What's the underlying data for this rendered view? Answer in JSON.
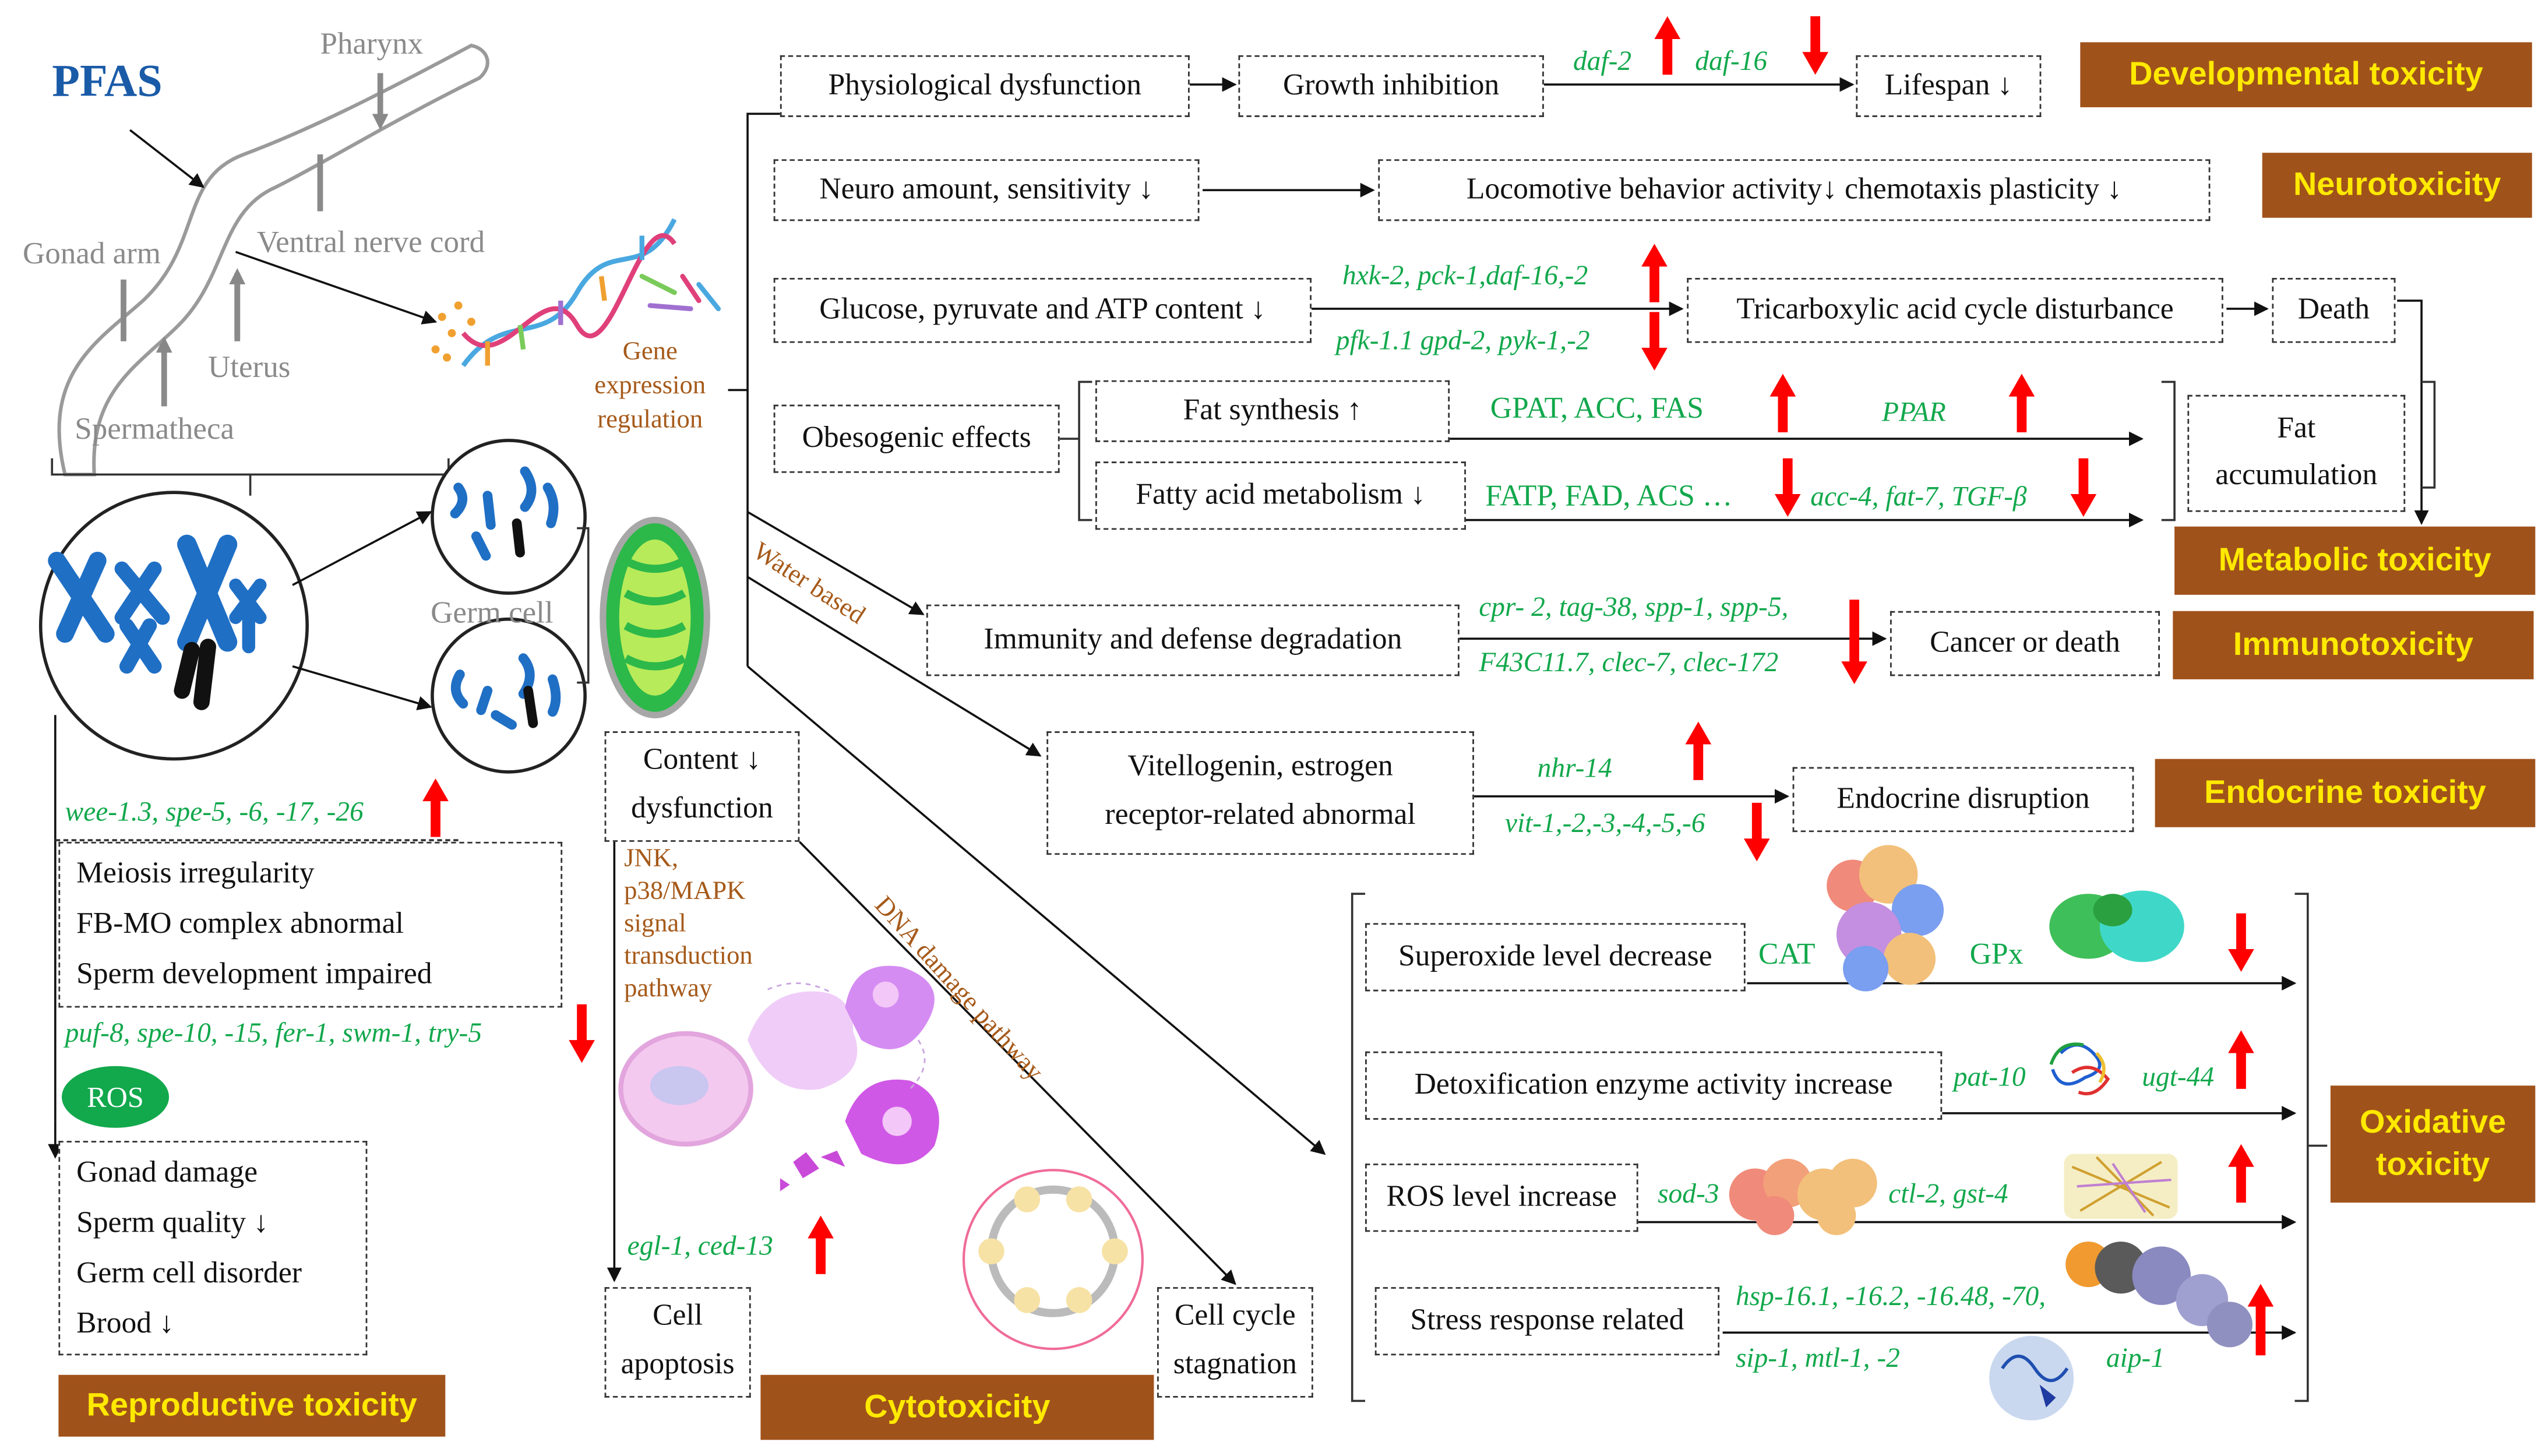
{
  "title": "PFAS",
  "worm": {
    "pharynx": "Pharynx",
    "gonad_arm": "Gonad arm",
    "ventral_nerve_cord": "Ventral nerve cord",
    "uterus": "Uterus",
    "spermatheca": "Spermatheca",
    "germ_cell": "Germ cell"
  },
  "branches": {
    "gene_expression": [
      "Gene",
      "expression",
      "regulation"
    ],
    "water_based": "Water based",
    "dna_damage": "DNA damage pathway",
    "jnk": [
      "JNK,",
      "p38/MAPK",
      "signal",
      "transduction",
      "pathway"
    ]
  },
  "developmental": {
    "box1": "Physiological dysfunction",
    "box2": "Growth inhibition",
    "gene_up": "daf-2",
    "gene_down": "daf-16",
    "box3": "Lifespan ↓",
    "label": "Developmental toxicity"
  },
  "neuro": {
    "box1": "Neuro amount, sensitivity ↓",
    "box2": "Locomotive behavior activity↓ chemotaxis plasticity ↓",
    "label": "Neurotoxicity"
  },
  "metabolic": {
    "glucose": "Glucose, pyruvate and ATP content ↓",
    "genes_up": "hxk-2, pck-1,daf-16,-2",
    "genes_down": "pfk-1.1 gpd-2, pyk-1,-2",
    "tca": "Tricarboxylic acid cycle disturbance",
    "death": "Death",
    "obesogenic": "Obesogenic effects",
    "fat_synthesis": "Fat synthesis ↑",
    "fat_synthesis_genes": "GPAT, ACC, FAS",
    "ppar": "PPAR",
    "fatty_acid": "Fatty acid metabolism  ↓",
    "fatty_acid_genes": "FATP, FAD, ACS …",
    "fatty_acid_genes2": "acc-4, fat-7, TGF-β",
    "fat_accumulation": [
      "Fat",
      "accumulation"
    ],
    "label": "Metabolic toxicity"
  },
  "immuno": {
    "box": "Immunity and defense degradation",
    "genes1": "cpr- 2, tag-38, spp-1, spp-5,",
    "genes2": "F43C11.7, clec-7, clec-172",
    "result": "Cancer or death",
    "label": "Immunotoxicity"
  },
  "endocrine": {
    "box": [
      "Vitellogenin, estrogen",
      "receptor-related abnormal"
    ],
    "gene_up": "nhr-14",
    "gene_down": "vit-1,-2,-3,-4,-5,-6",
    "result": "Endocrine disruption",
    "label": "Endocrine toxicity"
  },
  "oxidative": {
    "superoxide": "Superoxide level decrease",
    "cat": "CAT",
    "gpx": "GPx",
    "detox": "Detoxification enzyme activity increase",
    "pat10": "pat-10",
    "ugt44": "ugt-44",
    "ros_level": "ROS level increase",
    "sod3": "sod-3",
    "ctl2": "ctl-2, gst-4",
    "stress": "Stress response related",
    "hsp": "hsp-16.1, -16.2, -16.48, -70,",
    "sip": "sip-1, mtl-1, -2",
    "aip": "aip-1",
    "label": [
      "Oxidative",
      "toxicity"
    ]
  },
  "reproductive": {
    "genes_up": "wee-1.3, spe-5, -6, -17, -26",
    "effects": [
      "Meiosis irregularity",
      "FB-MO complex abnormal",
      "Sperm development impaired"
    ],
    "genes_down": "puf-8, spe-10, -15, fer-1, swm-1, try-5",
    "ros": "ROS",
    "outcomes": [
      "Gonad damage",
      "Sperm quality ↓",
      "Germ cell disorder",
      "Brood ↓"
    ],
    "label": "Reproductive toxicity"
  },
  "cyto": {
    "content": [
      "Content ↓",
      "dysfunction"
    ],
    "genes": "egl-1, ced-13",
    "apoptosis": [
      "Cell",
      "apoptosis"
    ],
    "cell_cycle": [
      "Cell cycle",
      "stagnation"
    ],
    "label": "Cytotoxicity"
  },
  "colors": {
    "label_bg": "#a0521b",
    "label_text": "#ffe900",
    "gene_green": "#12a84c",
    "arrow_red": "#ff0000",
    "title_blue": "#1a5ba8",
    "branch_brown": "#a65a1a"
  }
}
